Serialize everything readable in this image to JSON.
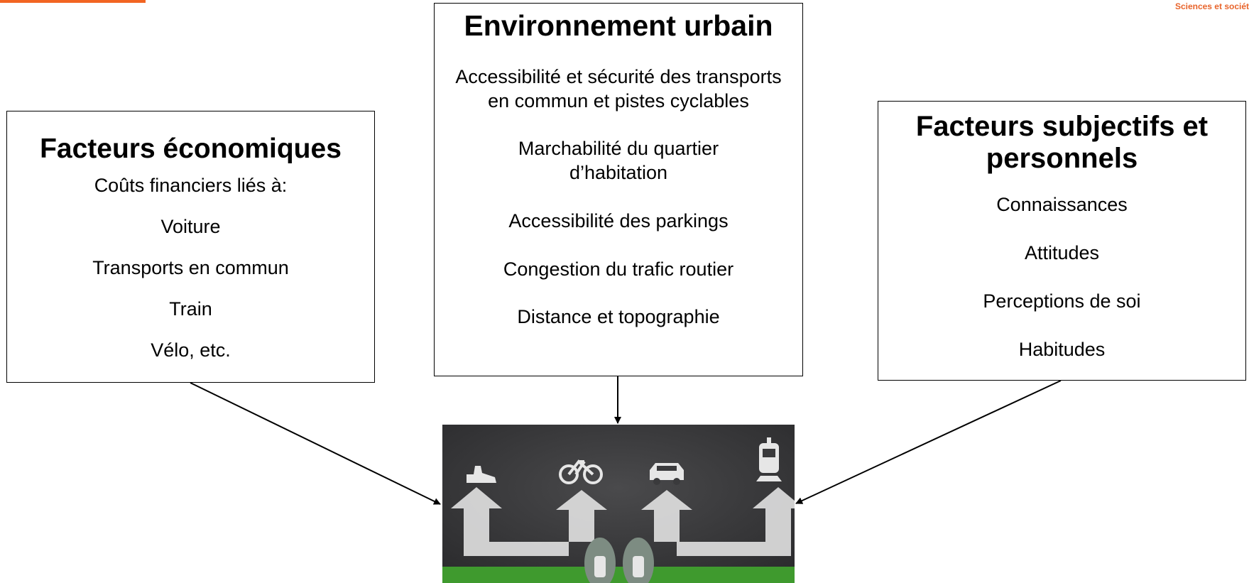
{
  "brand": {
    "text": "Sciences et sociét"
  },
  "economic": {
    "title": "Facteurs économiques",
    "items": [
      "Coûts financiers liés à:",
      "Voiture",
      "Transports en commun",
      "Train",
      "Vélo, etc."
    ]
  },
  "urban": {
    "title": "Environnement urbain",
    "items": [
      "Accessibilité et sécurité des transports en commun et pistes cyclables",
      "Marchabilité du quartier d’habitation",
      "Accessibilité des parkings",
      "Congestion du trafic routier",
      "Distance et topographie"
    ]
  },
  "subjective": {
    "title": "Facteurs subjectifs et personnels",
    "items": [
      "Connaissances",
      "Attitudes",
      "Perceptions de soi",
      "Habitudes"
    ]
  },
  "photo": {
    "icons": [
      "walking-shoe-icon",
      "bicycle-icon",
      "car-icon",
      "train-icon"
    ],
    "colors": {
      "asphalt": "#3a3a3c",
      "grass": "#3f9a2e",
      "paint": "#e6e6e6",
      "shoe": "#7d8c82"
    }
  },
  "colors": {
    "accent": "#f26522",
    "border": "#000000"
  }
}
